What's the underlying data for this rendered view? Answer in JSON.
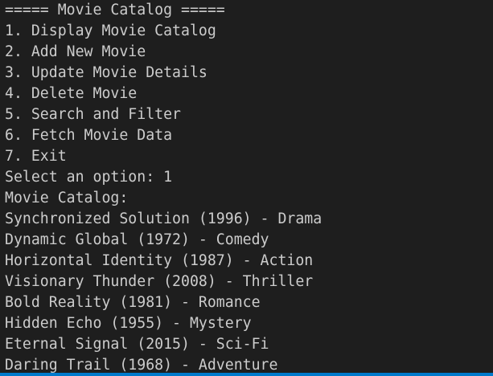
{
  "terminal": {
    "lines": [
      "===== Movie Catalog =====",
      "1. Display Movie Catalog",
      "2. Add New Movie",
      "3. Update Movie Details",
      "4. Delete Movie",
      "5. Search and Filter",
      "6. Fetch Movie Data",
      "7. Exit",
      "Select an option: 1",
      "Movie Catalog:",
      "Synchronized Solution (1996) - Drama",
      "Dynamic Global (1972) - Comedy",
      "Horizontal Identity (1987) - Action",
      "Visionary Thunder (2008) - Thriller",
      "Bold Reality (1981) - Romance",
      "Hidden Echo (1955) - Mystery",
      "Eternal Signal (2015) - Sci-Fi",
      "Daring Trail (1968) - Adventure"
    ]
  },
  "colors": {
    "background": "#1e1e1e",
    "text": "#cccccc",
    "status_bar": "#007acc"
  }
}
